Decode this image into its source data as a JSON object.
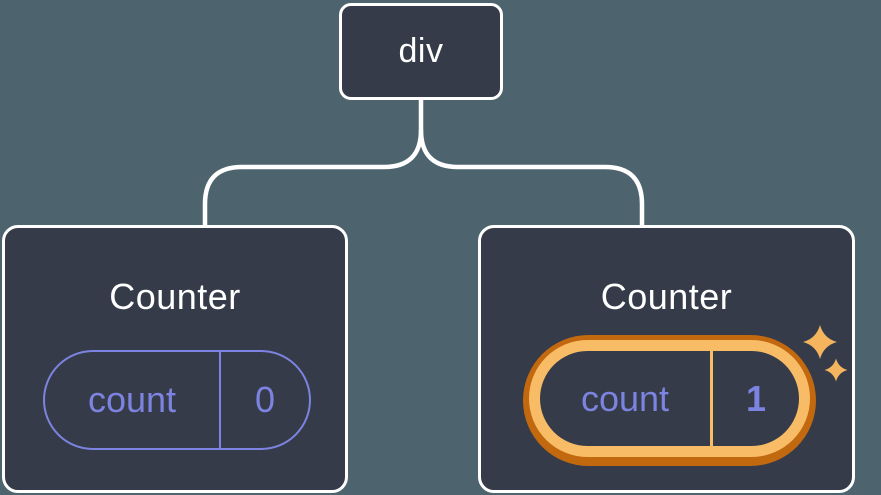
{
  "diagram": {
    "root_node": {
      "label": "div"
    },
    "counters": [
      {
        "title": "Counter",
        "state_key": "count",
        "state_value": "0",
        "highlighted": false
      },
      {
        "title": "Counter",
        "state_key": "count",
        "state_value": "1",
        "highlighted": true
      }
    ],
    "icons": {
      "sparkles": "sparkles-icon"
    },
    "colors": {
      "background": "#4d646e",
      "node_background": "#353b48",
      "node_border": "#ffffff",
      "connector_line": "#ffffff",
      "state_purple": "#7c83e0",
      "highlight_orange_outer": "#c2690f",
      "highlight_orange_inner": "#f9bc66",
      "sparkle": "#f5b55e"
    }
  }
}
